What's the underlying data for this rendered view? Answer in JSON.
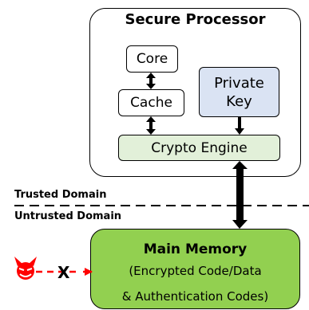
{
  "processor": {
    "title": "Secure Processor"
  },
  "core": {
    "label": "Core"
  },
  "cache": {
    "label": "Cache"
  },
  "private_key": {
    "line1": "Private",
    "line2": "Key"
  },
  "crypto_engine": {
    "label": "Crypto Engine"
  },
  "domains": {
    "trusted": "Trusted Domain",
    "untrusted": "Untrusted Domain"
  },
  "main_memory": {
    "title": "Main Memory",
    "line1": "(Encrypted Code/Data",
    "line2": "& Authentication Codes)"
  },
  "attacker": {
    "icon": "devil-icon",
    "blocked_mark": "X",
    "color": "#ff0000"
  },
  "colors": {
    "private_key_fill": "#dae3f3",
    "crypto_engine_fill": "#e2f0d9",
    "main_memory_fill": "#92d050",
    "attacker_red": "#ff0000"
  }
}
